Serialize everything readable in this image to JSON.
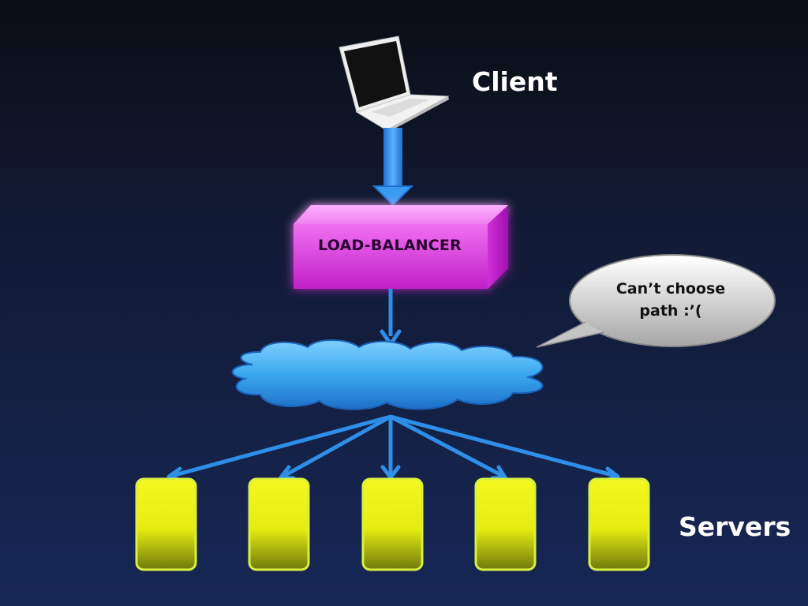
{
  "labels": {
    "client": "Client",
    "servers": "Servers",
    "load_balancer": "LOAD-BALANCER",
    "speech_bubble_line1": "Can’t choose",
    "speech_bubble_line2": "path :’("
  },
  "colors": {
    "background_top": "#0b0d14",
    "background_bottom": "#172756",
    "arrow": "#2e8ee8",
    "load_balancer": "#e040e0",
    "cloud": "#3aa8ee",
    "server": "#e8ee20",
    "speech_bubble": "#d8d8d8"
  },
  "servers": [
    {
      "id": "server-1"
    },
    {
      "id": "server-2"
    },
    {
      "id": "server-3"
    },
    {
      "id": "server-4"
    },
    {
      "id": "server-5"
    }
  ]
}
